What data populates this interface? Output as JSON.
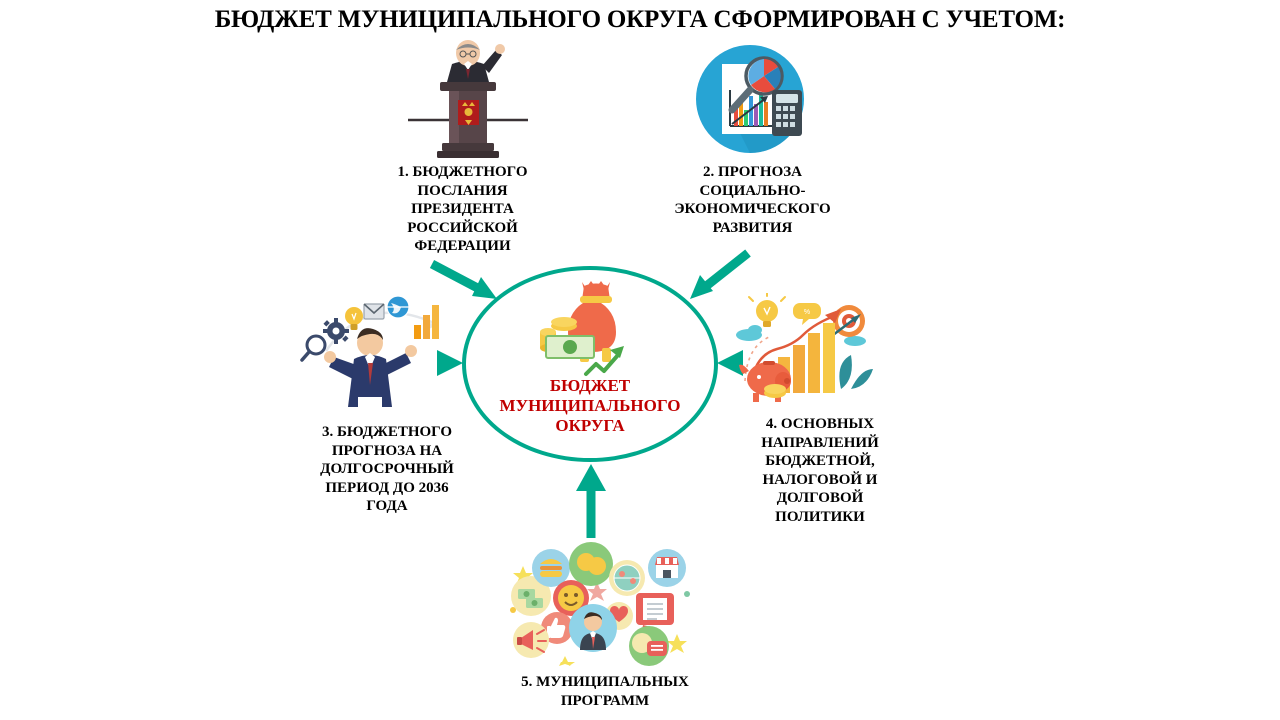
{
  "slide": {
    "title": "БЮДЖЕТ МУНИЦИПАЛЬНОГО ОКРУГА СФОРМИРОВАН С УЧЕТОМ:",
    "background_color": "#FFFFFF"
  },
  "center": {
    "text": "БЮДЖЕТ\nМУНИЦИПАЛЬНОГО\nОКРУГА",
    "text_color": "#C00000",
    "ring_color": "#00A88C",
    "icon": "money-bag-icon"
  },
  "accent": {
    "arrow_color": "#00A88C",
    "title_color": "#000000",
    "label_color": "#000000"
  },
  "items": [
    {
      "number": "1",
      "label": "1. БЮДЖЕТНОГО\nПОСЛАНИЯ\nПРЕЗИДЕНТА\nРОССИЙСКОЙ\nФЕДЕРАЦИИ",
      "icon": "podium-speaker-icon"
    },
    {
      "number": "2",
      "label": "2. ПРОГНОЗА\nСОЦИАЛЬНО-\nЭКОНОМИЧЕСКОГО\nРАЗВИТИЯ",
      "icon": "report-analysis-icon"
    },
    {
      "number": "3",
      "label": "3. БЮДЖЕТНОГО\nПРОГНОЗА  НА\nДОЛГОСРОЧНЫЙ\nПЕРИОД ДО  2036\nГОДА",
      "icon": "businessman-success-icon"
    },
    {
      "number": "4",
      "label": "4. ОСНОВНЫХ\nНАПРАВЛЕНИЙ\nБЮДЖЕТНОЙ,\nНАЛОГОВОЙ  И\nДОЛГОВОЙ\nПОЛИТИКИ",
      "icon": "growth-chart-piggybank-icon"
    },
    {
      "number": "5",
      "label": "5. МУНИЦИПАЛЬНЫХ\nПРОГРАММ",
      "icon": "social-community-icons"
    }
  ]
}
